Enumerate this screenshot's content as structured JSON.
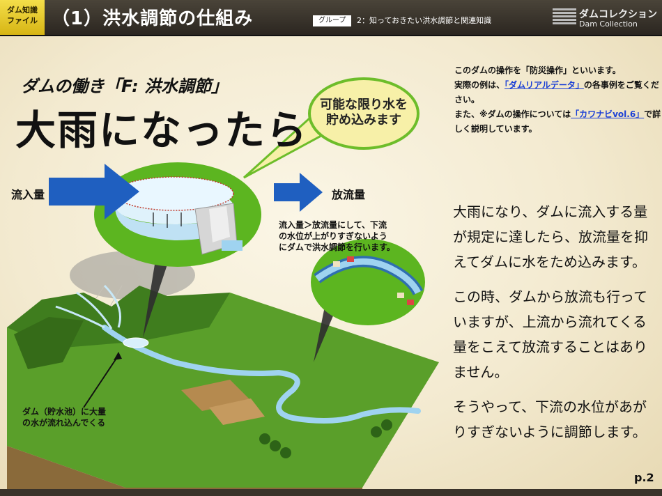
{
  "header": {
    "badge_line1": "ダム知識",
    "badge_line2": "ファイル",
    "title": "（1）洪水調節の仕組み",
    "group_tag": "グループ",
    "group_text": "2：知っておきたい洪水調節と関連知識",
    "logo_line1": "ダムコレクション",
    "logo_line2": "Dam Collection"
  },
  "main": {
    "subtitle": "ダムの働き「F: 洪水調節」",
    "headline": "大雨になったら",
    "bubble_line1": "可能な限り水を",
    "bubble_line2": "貯め込みます",
    "inflow_label": "流入量",
    "outflow_label": "放流量",
    "caption_lines": [
      "流入量＞放流量にして、下流",
      "の水位が上がりすぎないよう",
      "にダムで洪水調節を行います。"
    ],
    "reservoir_lines": [
      "ダム（貯水池）に大量",
      "の水が流れ込んでくる"
    ]
  },
  "note": {
    "p1": "このダムの操作を「防災操作」といいます。",
    "p2a": "実際の例は、",
    "link1": "「ダムリアルデータ」",
    "p2b": "の各事例をご覧ください。",
    "p3a": "また、※ダムの操作については",
    "link2": "「カワナビvol.6」",
    "p3b": "で詳しく説明しています。"
  },
  "body": {
    "para1": "大雨になり、ダムに流入する量が規定に達したら、放流量を抑えてダムに水をため込みます。",
    "para2": "この時、ダムから放流も行っていますが、上流から流れてくる量をこえて放流することはありません。",
    "para3": "そうやって、下流の水位があがりすぎないように調節します。"
  },
  "footer": {
    "page_number": "p.2"
  },
  "colors": {
    "header_bg": "#2b2620",
    "badge_bg": "#e8c92a",
    "arrow_blue": "#1f5fc0",
    "bubble_green": "#5cb520",
    "field_green": "#5a9f2a",
    "river_blue": "#9fd3f0",
    "link_blue": "#1a3fd6"
  },
  "icons": {
    "logo": "dam-collection-logo",
    "arrows": "flow-arrow-icon"
  }
}
